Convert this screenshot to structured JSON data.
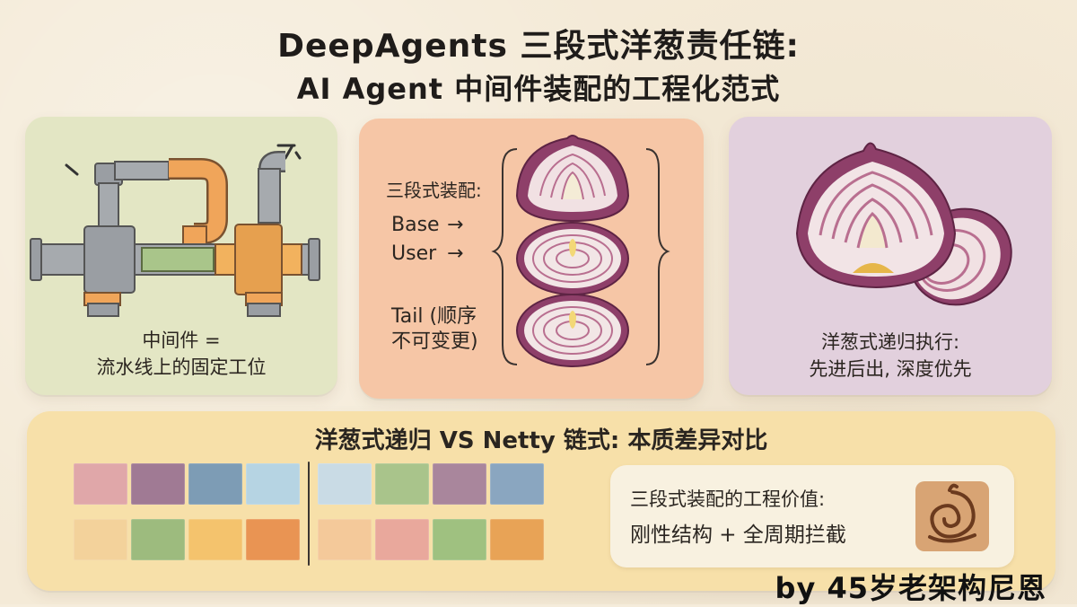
{
  "title": {
    "line1": "DeepAgents 三段式洋葱责任链:",
    "line2": "AI Agent 中间件装配的工程化范式"
  },
  "panels": {
    "middleware": {
      "caption_line1": "中间件 =",
      "caption_line2": "流水线上的固定工位"
    },
    "assembly": {
      "heading": "三段式装配:",
      "base": "Base",
      "user": "User",
      "tail": "Tail (顺序",
      "tail2": "不可变更)",
      "arrow": "→"
    },
    "recursion": {
      "caption_line1": "洋葱式递归执行:",
      "caption_line2": "先进后出, 深度优先"
    }
  },
  "comparison": {
    "title": "洋葱式递归 VS Netty 链式: 本质差异对比",
    "left_swatches_row1": [
      "#e0a7a9",
      "#a07a94",
      "#7d9cb5",
      "#b6d4e3"
    ],
    "left_swatches_row2": [
      "#f3d29b",
      "#9dbb7e",
      "#f4c36d",
      "#e99453"
    ],
    "right_swatches_row1": [
      "#c9dbe5",
      "#a9c48b",
      "#a9869c",
      "#8aa6c0"
    ],
    "right_swatches_row2": [
      "#f4c99a",
      "#e9a89c",
      "#9fc180",
      "#e8a356"
    ],
    "value_line1": "三段式装配的工程价值:",
    "value_line2": "刚性结构 + 全周期拦截",
    "badge_icon": "onion-swirl-icon"
  },
  "signature": "by 45岁老架构尼恩",
  "colors": {
    "background": "#f4ead7",
    "green_panel": "#e3e6c4",
    "peach_panel": "#f6c6a6",
    "lilac_panel": "#e2d0dd",
    "bottom_panel": "#f7e0a9",
    "onion_purple": "#8e3f69"
  }
}
